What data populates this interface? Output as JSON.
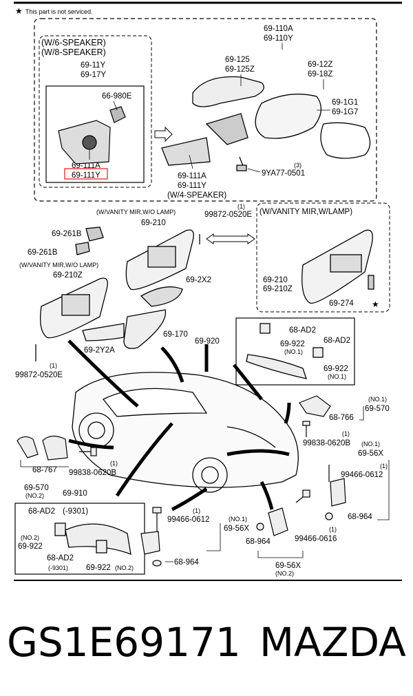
{
  "notice": "This part is not serviced.",
  "groups": {
    "speaker_68": "(W/6-SPEAKER)",
    "speaker_8": "(W/8-SPEAKER)",
    "speaker_4": "(W/4-SPEAKER)",
    "vanity_wo_lamp_a": "(W/VANITY MIR,W/O LAMP)",
    "vanity_wo_lamp_b": "(W/VANITY MIR,W/O LAMP)",
    "vanity_w_lamp": "(W/VANITY MIR,W/LAMP)"
  },
  "labels": {
    "p69_110A": "69-110A",
    "p69_110Y": "69-110Y",
    "p69_125": "69-125",
    "p69_125Z": "69-125Z",
    "p69_12Z": "69-12Z",
    "p69_18Z": "69-18Z",
    "p69_1G1": "69-1G1",
    "p69_1G7": "69-1G7",
    "p69_11Y": "69-11Y",
    "p69_17Y": "69-17Y",
    "p66_980E": "66-980E",
    "p69_111A_in": "69-111A",
    "p69_111Y_in": "69-111Y",
    "p69_111A": "69-111A",
    "p69_111Y": "69-111Y",
    "p9YA77": "9YA77-0501",
    "q3": "(3)",
    "p69_210": "69-210",
    "p99872_top": "99872-0520E",
    "q1_top": "(1)",
    "p69_261B_a": "69-261B",
    "p69_261B_b": "69-261B",
    "p69_210Z": "69-210Z",
    "p69_2X2": "69-2X2",
    "p69_2Y2A": "69-2Y2A",
    "p69_170": "69-170",
    "p99872_bot": "99872-0520E",
    "q1_bot": "(1)",
    "p69_210_r": "69-210",
    "p69_210Z_r": "69-210Z",
    "p69_274": "69-274",
    "p69_920": "69-920",
    "p68_AD2_a": "68-AD2",
    "p69_922_a": "69-922",
    "no1_a": "(NO.1)",
    "p68_AD2_b": "68-AD2",
    "p69_922_b": "69-922",
    "no1_b": "(NO.1)",
    "no1_c": "(NO.1)",
    "p69_570_r": "69-570",
    "p68_766": "68-766",
    "p99838_r": "99838-0620B",
    "q1_r": "(1)",
    "no1_d": "(NO.1)",
    "p69_56X_r": "69-56X",
    "p99466_r": "99466-0612",
    "q1_r2": "(1)",
    "p68_964_r": "68-964",
    "p68_767": "68-767",
    "p99838_l": "99838-0620B",
    "q1_l": "(1)",
    "p69_570_l": "69-570",
    "no2_l": "(NO.2)",
    "p69_910": "69-910",
    "p68_AD2_c": "68-AD2",
    "m9301_a": "(-9301)",
    "no2_c": "(NO.2)",
    "p69_922_c": "69-922",
    "p68_AD2_d": "68-AD2",
    "m9301_b": "(-9301)",
    "p69_922_d": "69-922",
    "no2_d": "(NO.2)",
    "p99466_m": "99466-0612",
    "q1_m": "(1)",
    "no1_m": "(NO.1)",
    "p69_56X_m": "69-56X",
    "p68_964_m": "68-964",
    "p68_964_b": "68-964",
    "p99466_b": "99466-0616",
    "q1_b": "(1)",
    "p69_56X_b": "69-56X",
    "no2_b": "(NO.2)"
  },
  "part_number": "GS1E69171",
  "brand": "MAZDA"
}
